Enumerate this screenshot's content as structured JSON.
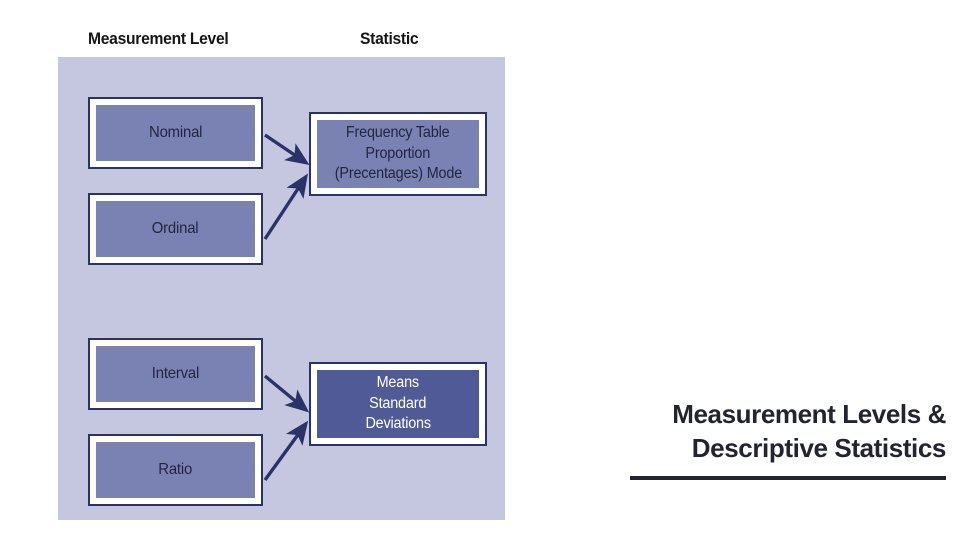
{
  "headers": {
    "measurement_level": "Measurement Level",
    "statistic": "Statistic"
  },
  "diagram": {
    "levels": [
      {
        "id": "nominal",
        "label": "Nominal"
      },
      {
        "id": "ordinal",
        "label": "Ordinal"
      },
      {
        "id": "interval",
        "label": "Interval"
      },
      {
        "id": "ratio",
        "label": "Ratio"
      }
    ],
    "statistics": [
      {
        "id": "frequency",
        "lines": [
          "Frequency Table",
          "Proportion",
          "(Precentages) Mode"
        ],
        "line1": "Frequency Table",
        "line2": "Proportion",
        "line3": "(Precentages) Mode"
      },
      {
        "id": "means",
        "lines": [
          "Means",
          "Standard",
          "Deviations"
        ],
        "line1": "Means",
        "line2": "Standard",
        "line3": "Deviations"
      }
    ],
    "connections": [
      {
        "from": "nominal",
        "to": "frequency"
      },
      {
        "from": "ordinal",
        "to": "frequency"
      },
      {
        "from": "interval",
        "to": "means"
      },
      {
        "from": "ratio",
        "to": "means"
      }
    ]
  },
  "title": {
    "line1": "Measurement Levels &",
    "line2": "Descriptive Statistics"
  },
  "colors": {
    "panel_background": "#c5c7e0",
    "box_fill_light": "#7a82b4",
    "box_fill_dark": "#505a96",
    "box_border": "#2b3268",
    "box_inner_border": "#ffffff",
    "arrow": "#2b3268",
    "title_text": "#22252e",
    "header_text": "#161616"
  }
}
